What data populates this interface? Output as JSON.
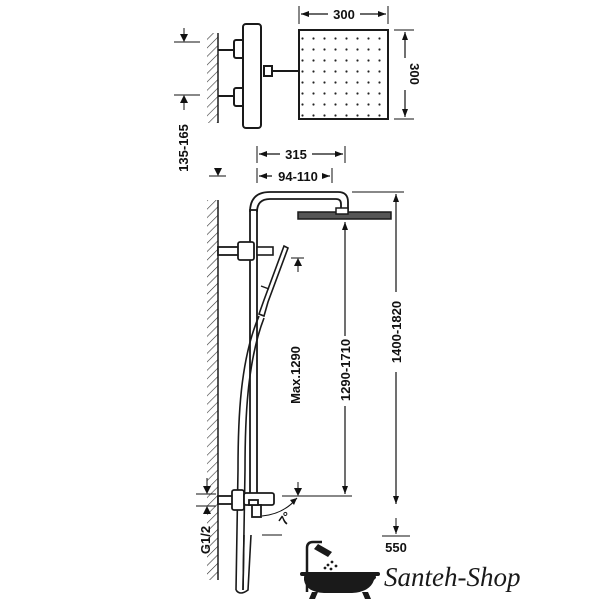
{
  "dimensions": {
    "head_width": "300",
    "head_height": "300",
    "wall_offset": "135-165",
    "arm_reach": "315",
    "arm_adjust": "94-110",
    "max_height": "Max.1290",
    "head_height_range": "1290-1710",
    "total_height_range": "1400-1820",
    "inlet_thread": "G1/2",
    "floor_distance": "550",
    "angle": "7°"
  },
  "logo": {
    "text": "Santeh-Shop",
    "icon": "bathtub-shower-icon"
  },
  "colors": {
    "line": "#1a1a1a",
    "hatch": "#333333",
    "background": "#ffffff"
  }
}
